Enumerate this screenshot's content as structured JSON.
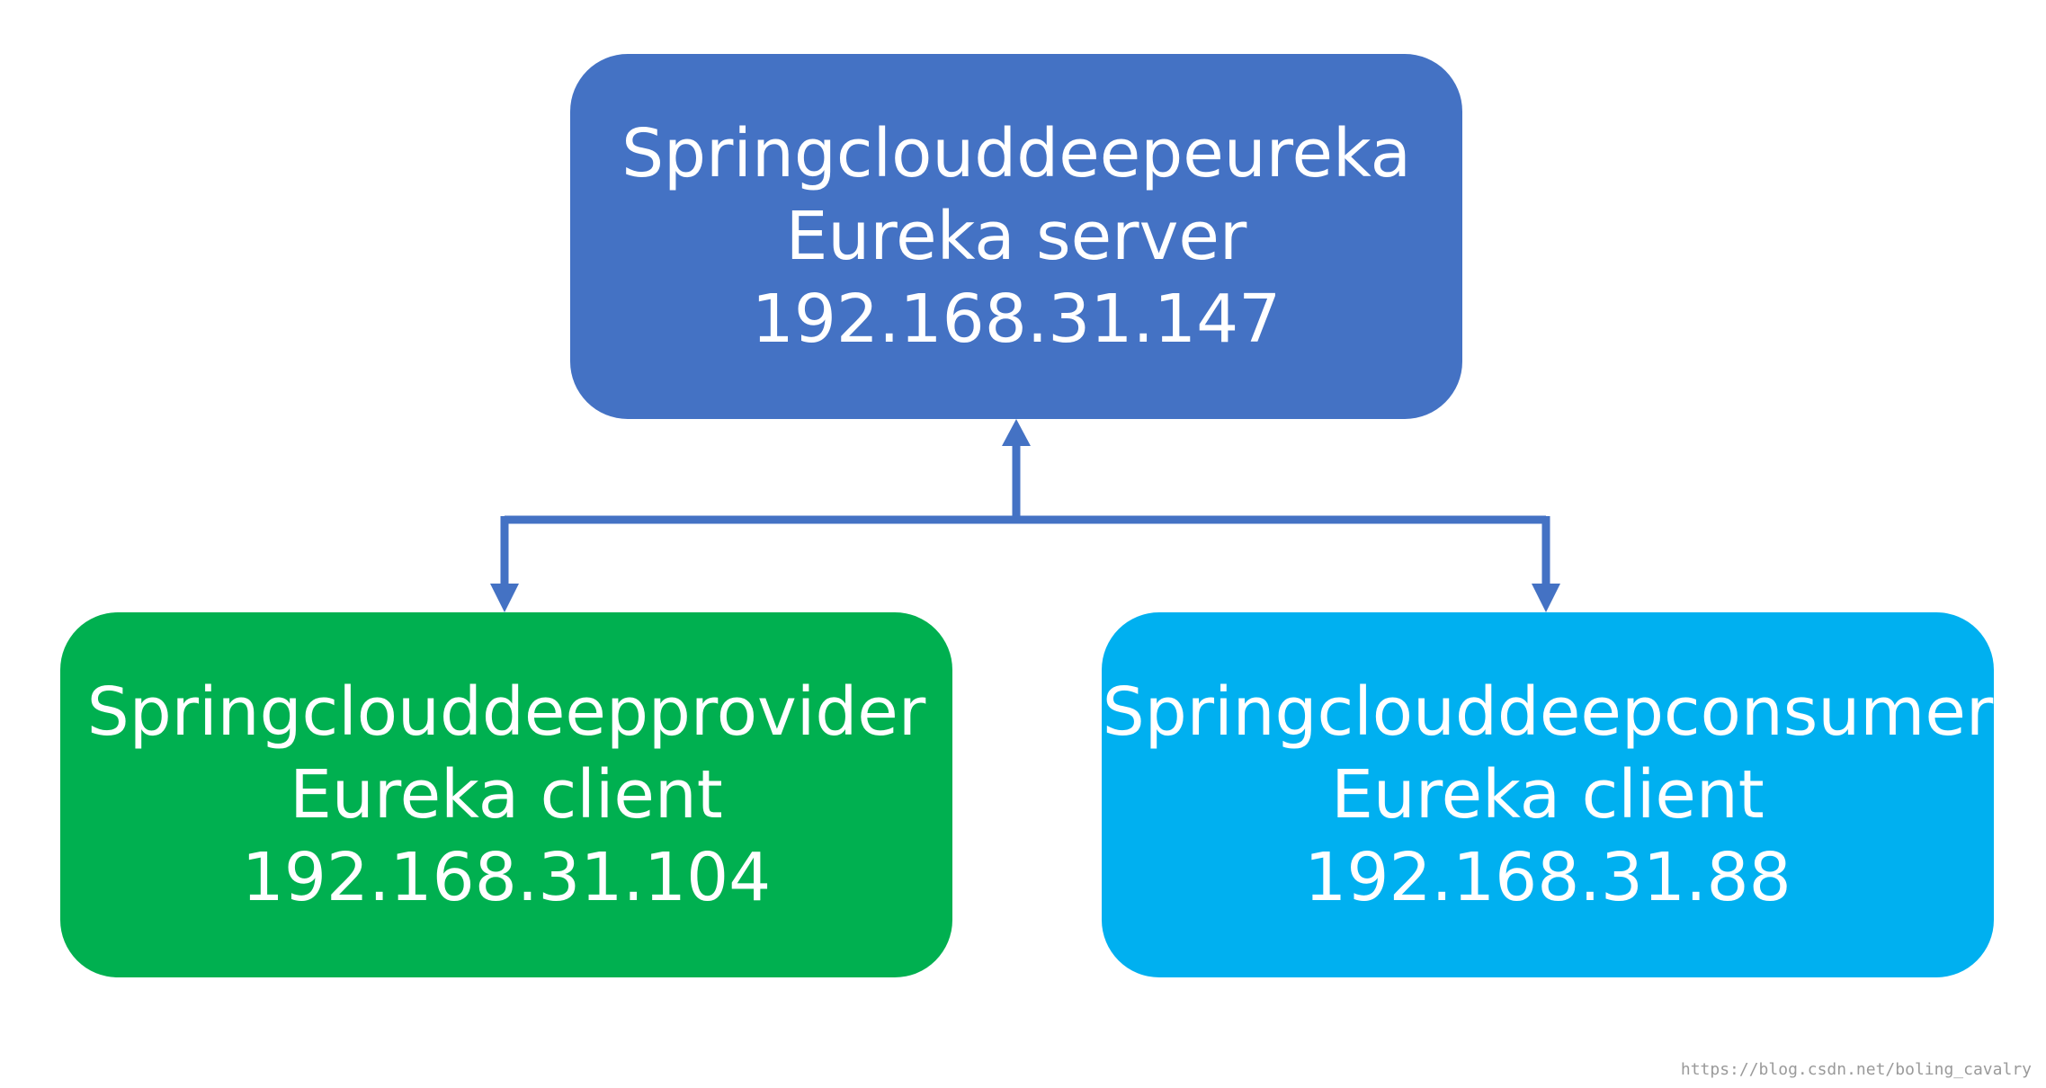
{
  "colors": {
    "server": "#4472c4",
    "provider": "#00b050",
    "consumer": "#00b0f0",
    "connector": "#4472c4",
    "text": "#ffffff"
  },
  "nodes": {
    "server": {
      "name": "Springclouddeepeureka",
      "role": "Eureka server",
      "ip": "192.168.31.147"
    },
    "provider": {
      "name": "Springclouddeepprovider",
      "role": "Eureka client",
      "ip": "192.168.31.104"
    },
    "consumer": {
      "name": "Springclouddeepconsumer",
      "role": "Eureka client",
      "ip": "192.168.31.88"
    }
  },
  "edges": [
    {
      "from": "provider",
      "to": "server",
      "arrowheads": "both"
    },
    {
      "from": "consumer",
      "to": "server",
      "arrowheads": "both"
    }
  ],
  "watermark": "https://blog.csdn.net/boling_cavalry"
}
